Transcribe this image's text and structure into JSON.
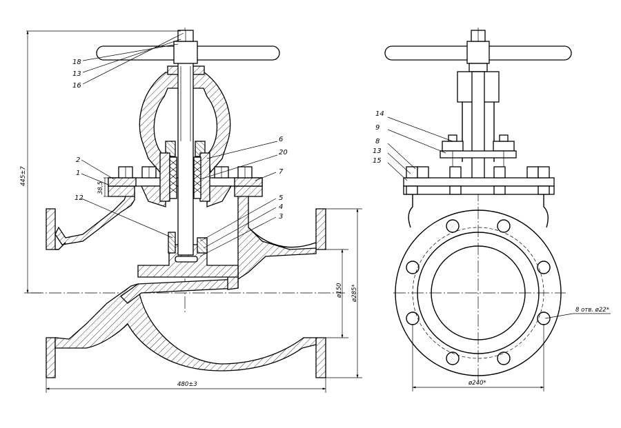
{
  "callouts": [
    {
      "id": "c18",
      "text": "18"
    },
    {
      "id": "c13a",
      "text": "13"
    },
    {
      "id": "c16",
      "text": "16"
    },
    {
      "id": "c6",
      "text": "6"
    },
    {
      "id": "c20",
      "text": "20"
    },
    {
      "id": "c2",
      "text": "2"
    },
    {
      "id": "c7",
      "text": "7"
    },
    {
      "id": "c1",
      "text": "1"
    },
    {
      "id": "c12",
      "text": "12"
    },
    {
      "id": "c5",
      "text": "5"
    },
    {
      "id": "c4",
      "text": "4"
    },
    {
      "id": "c3",
      "text": "3"
    },
    {
      "id": "c14",
      "text": "14"
    },
    {
      "id": "c9",
      "text": "9"
    },
    {
      "id": "c8",
      "text": "8"
    },
    {
      "id": "c13b",
      "text": "13"
    },
    {
      "id": "c15",
      "text": "15"
    }
  ],
  "dimensions": {
    "height": "445±7",
    "flange": "38,5",
    "bore": "ø150",
    "flange_od": "ø285*",
    "length": "480±3",
    "bolt_circle": "ø240*",
    "holes": "8  отв.  ø22*"
  }
}
